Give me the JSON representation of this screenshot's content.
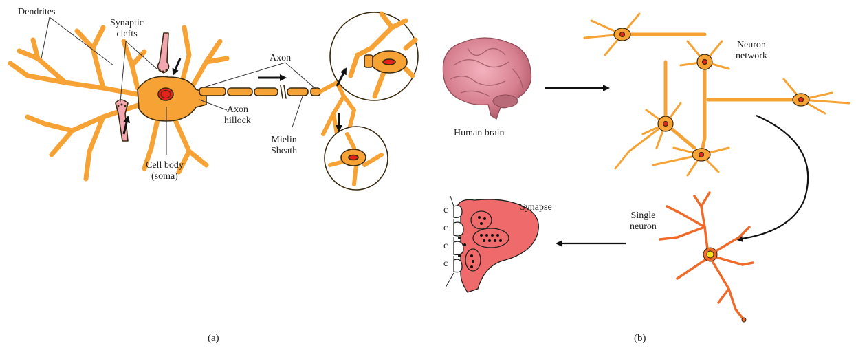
{
  "panel_a": {
    "caption": "(a)",
    "labels": {
      "dendrites": "Dendrites",
      "synaptic_1": "Synaptic",
      "synaptic_2": "clefts",
      "axon": "Axon",
      "axon_hillock_1": "Axon",
      "axon_hillock_2": "hillock",
      "mielin_1": "Mielin",
      "mielin_2": "Sheath",
      "cell_body_1": "Cell body",
      "cell_body_2": "(soma)"
    }
  },
  "panel_b": {
    "caption": "(b)",
    "labels": {
      "human_brain": "Human brain",
      "network_1": "Neuron",
      "network_2": "network",
      "single_1": "Single",
      "single_2": "neuron",
      "synapse": "Synapse",
      "c": "c"
    }
  },
  "colors": {
    "neuron_orange": "#f7a234",
    "outline": "#3a2a10",
    "nucleus_red": "#e2231a",
    "synapse_pink": "#ef6a6a",
    "terminal_pink": "#f2a7b0",
    "single_neuron": "#f06a2a",
    "nucleus_yellow": "#f7e21a"
  }
}
